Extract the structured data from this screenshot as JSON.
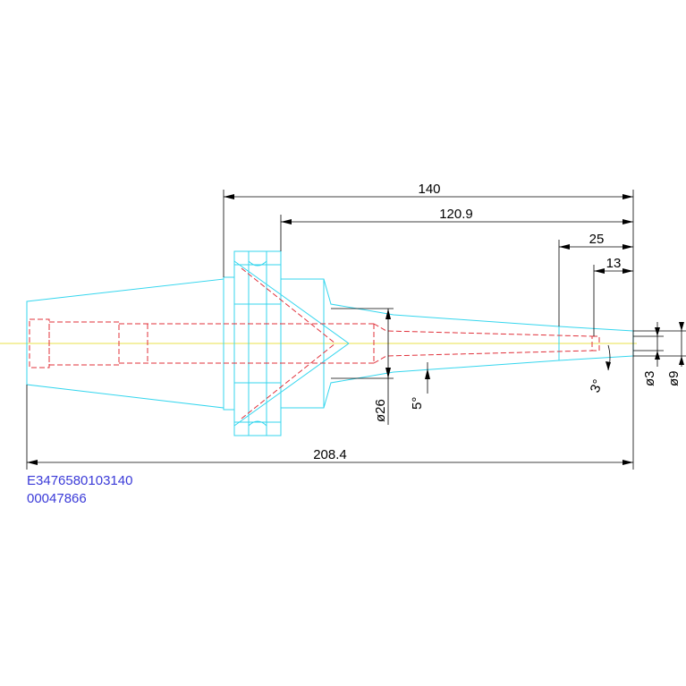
{
  "dimensions": {
    "overall_length": "208.4",
    "gauge_length": "140",
    "flange_to_tip": "120.9",
    "reach_25": "25",
    "reach_13": "13",
    "dia_bore": "ø26",
    "taper_angle": "5°",
    "tip_angle": "3°",
    "dia_tip_small": "ø3",
    "dia_tip_large": "ø9"
  },
  "labels": {
    "part_number": "E3476580103140",
    "item_code": "00047866"
  },
  "colors": {
    "outline": "#35d6ee",
    "hidden": "#e0303a",
    "centerline": "#e8e04a",
    "dimension": "#000000",
    "code_text": "#3a3ad8"
  }
}
